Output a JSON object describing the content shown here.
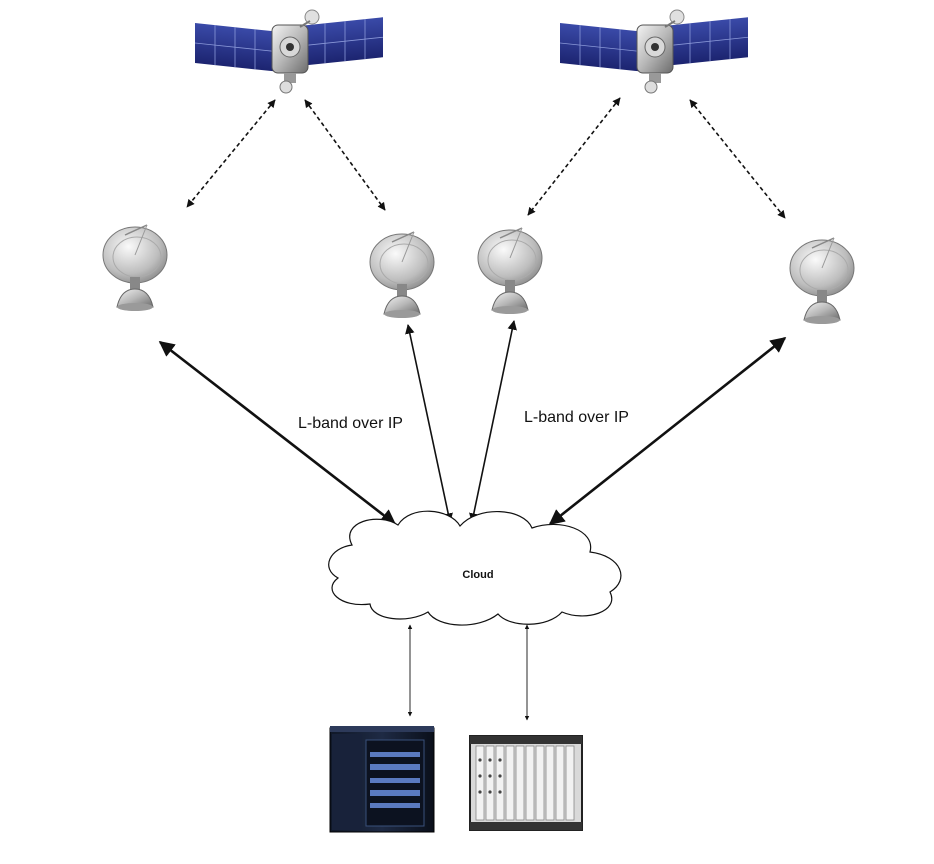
{
  "labels": {
    "link_left": "L-band over IP",
    "link_right": "L-band over IP",
    "cloud": "Cloud"
  },
  "icons": {
    "satellite": "satellite-icon",
    "dish": "satellite-dish-icon",
    "cloud": "cloud-icon",
    "server_rack": "server-rack-icon",
    "equipment_chassis": "equipment-chassis-icon"
  }
}
